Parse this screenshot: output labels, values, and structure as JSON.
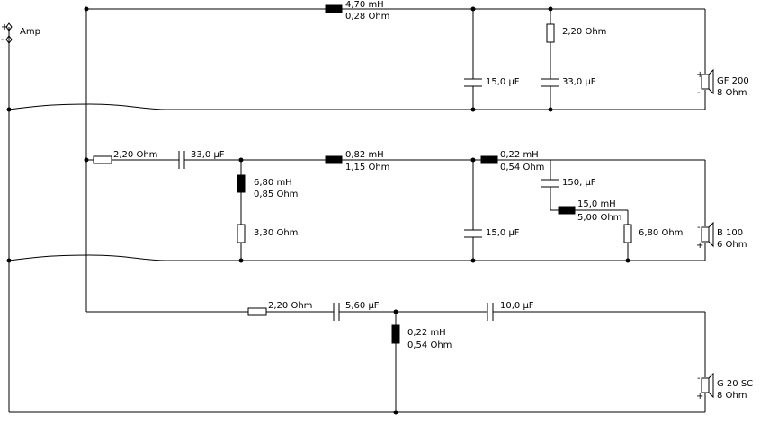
{
  "amp": {
    "label": "Amp",
    "plus": "+",
    "minus": "-"
  },
  "tweeter": {
    "l_series": {
      "value": "4,70 mH",
      "resistance": "0,28 Ohm"
    },
    "r_notch": "2,20 Ohm",
    "c_shunt": "15,0 µF",
    "c_notch": "33,0 µF",
    "speaker": {
      "name": "GF 200",
      "impedance": "8 Ohm"
    }
  },
  "midrange": {
    "r_series": "2,20 Ohm",
    "c_series": "33,0 µF",
    "l_shunt": {
      "value": "6,80 mH",
      "resistance": "0,85 Ohm"
    },
    "r_shunt": "3,30 Ohm",
    "l_series1": {
      "value": "0,82 mH",
      "resistance": "1,15 Ohm"
    },
    "c_shunt": "15,0 µF",
    "l_series2": {
      "value": "0,22 mH",
      "resistance": "0,54 Ohm"
    },
    "c_notch": "150, µF",
    "l_notch": {
      "value": "15,0 mH",
      "resistance": "5,00 Ohm"
    },
    "r_notch": "6,80 Ohm",
    "speaker": {
      "name": "B 100",
      "impedance": "6 Ohm"
    }
  },
  "woofer": {
    "r_series": "2,20 Ohm",
    "c_series1": "5,60 µF",
    "c_series2": "10,0 µF",
    "l_shunt": {
      "value": "0,22 mH",
      "resistance": "0,54 Ohm"
    },
    "speaker": {
      "name": "G 20 SC",
      "impedance": "8 Ohm"
    }
  },
  "polarity": {
    "plus": "+",
    "minus": "-"
  }
}
